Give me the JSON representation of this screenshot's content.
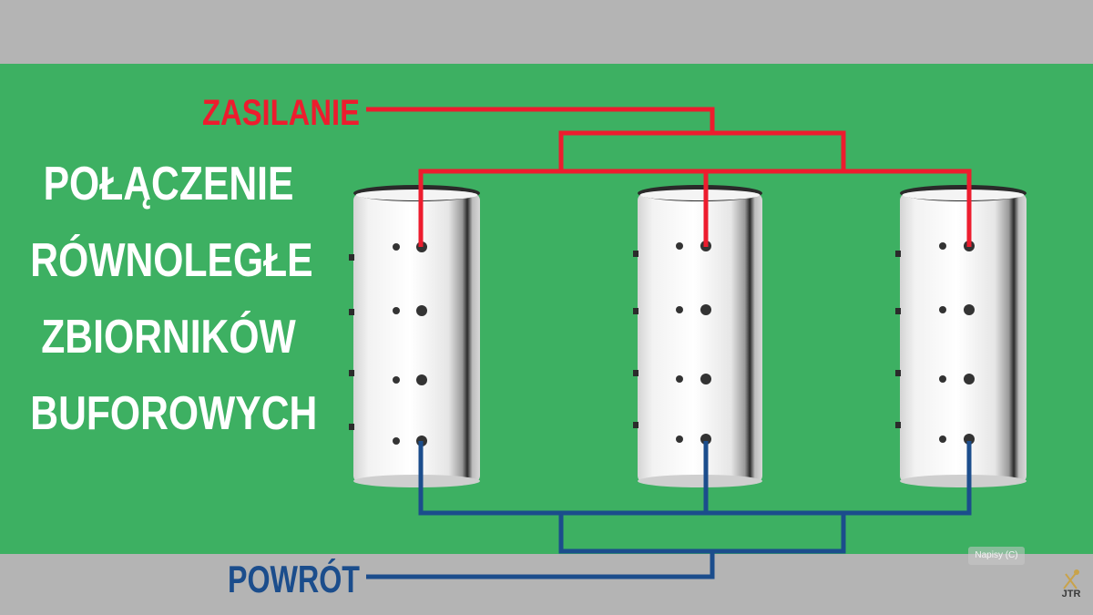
{
  "title": {
    "lines": [
      "POŁĄCZENIE",
      "RÓWNOLEGŁE",
      "ZBIORNIKÓW",
      "BUFOROWYCH"
    ]
  },
  "supply": {
    "label": "ZASILANIE",
    "color": "#ed1c2e"
  },
  "return": {
    "label": "POWRÓT",
    "color": "#1b4d8c"
  },
  "tanks": {
    "count": 3,
    "body_color": "#e9e9e9"
  },
  "panel_color": "#3db062",
  "frame_color": "#b4b4b4",
  "captions_button": {
    "label": "Napisy (C)"
  },
  "watermark": {
    "text": "JTR"
  }
}
